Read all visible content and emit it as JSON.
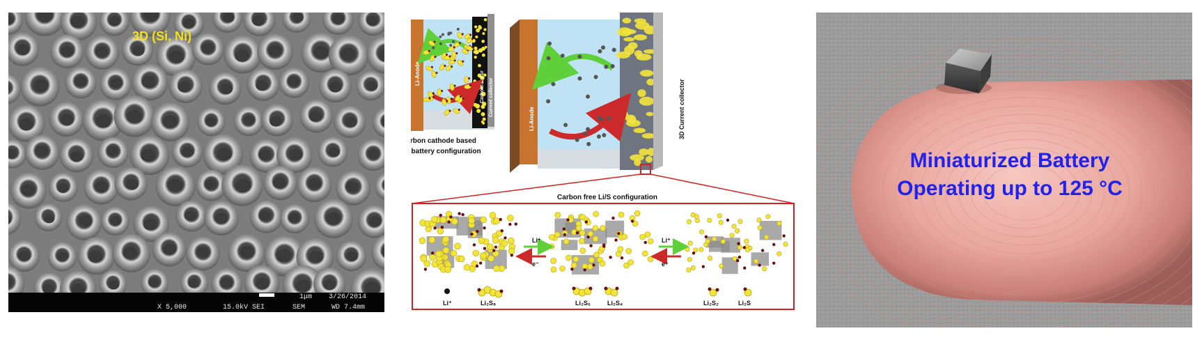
{
  "sem": {
    "label": "3D (Si, Ni)",
    "scalebar_length": "1μm",
    "magnification": "X 5,000",
    "voltage": "15.0kV SEI",
    "detector": "SEM",
    "date": "3/26/2014",
    "working_distance": "WD 7.4mm"
  },
  "diagram": {
    "left_cell": {
      "anode_label": "Li-Anode",
      "cathode_label": "Carbon/Sulfur",
      "collector_label": "Current collector",
      "caption_line1": "Carbon cathode based",
      "caption_line2": "Li/S battery configuration"
    },
    "right_cell": {
      "anode_label": "Li-Anode",
      "collector_label": "3D Current collector",
      "caption": "Carbon free Li/S configuration"
    },
    "inset": {
      "arrow1_top": "Li⁺",
      "arrow1_bottom": "e⁻",
      "arrow2_top": "Li⁺",
      "arrow2_bottom": "e⁻",
      "legend": [
        {
          "text": "Li⁺",
          "marker": "dot"
        },
        {
          "text": "Li₂S₈",
          "marker": "cluster-large"
        },
        {
          "text": "Li₂S₆",
          "marker": "cluster-medium"
        },
        {
          "text": "Li₂S₄",
          "marker": "cluster-small"
        },
        {
          "text": "Li₂S₂",
          "marker": "pair"
        },
        {
          "text": "Li₂S",
          "marker": "single"
        }
      ]
    },
    "colors": {
      "electrolyte": "#bfe3f5",
      "anode": "#c8742e",
      "sulfur": "#f3e43a",
      "lithium": "#1b1b1b",
      "inset_border": "#d32222",
      "green_arrow": "#5fcf3a",
      "red_arrow": "#cc2a2a"
    }
  },
  "photo": {
    "caption_line1": "Miniaturized Battery",
    "caption_line2": "Operating up to 125 °C",
    "text_color": "#2222ee"
  }
}
